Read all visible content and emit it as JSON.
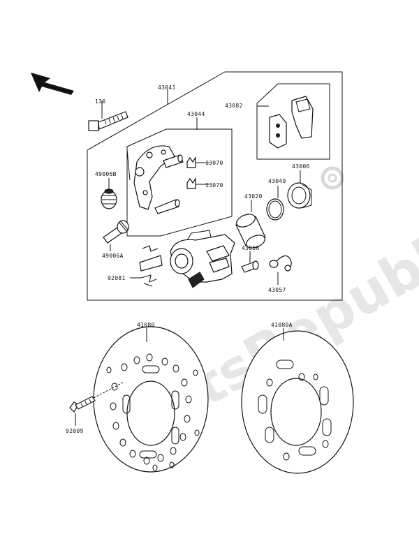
{
  "watermark": "PartsRepublik",
  "part_numbers": {
    "p130": "130",
    "p43041": "43041",
    "p43044": "43044",
    "p43082": "43082",
    "p13070a": "13070",
    "p13070b": "13070",
    "p49006b": "49006B",
    "p49006a": "49006A",
    "p92081": "92081",
    "p43049": "43049",
    "p43020": "43020",
    "p43006": "43006",
    "p43056": "43056",
    "p43057": "43057",
    "p41080": "41080",
    "p41080a": "41080A",
    "p92009": "92009"
  },
  "colors": {
    "line": "#111111",
    "watermark": "#e6e6e6"
  },
  "icons": {
    "direction": "arrow-icon",
    "gear": "gear-icon"
  }
}
